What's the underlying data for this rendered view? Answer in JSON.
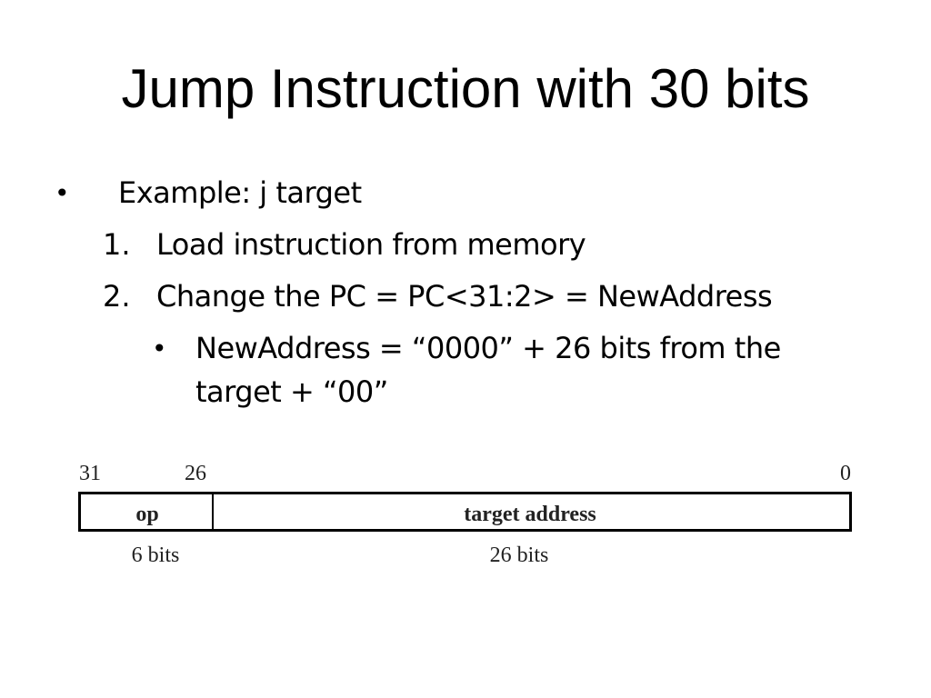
{
  "title": "Jump Instruction with 30 bits",
  "bullets": {
    "example": {
      "marker": "•",
      "text": "Example: j target"
    },
    "steps": [
      {
        "number": "1.",
        "text": "Load instruction from memory"
      },
      {
        "number": "2.",
        "text": "Change the PC = PC<31:2> = NewAddress"
      }
    ],
    "sub": {
      "marker": "•",
      "line1": "NewAddress = “0000” + 26 bits from the",
      "line2": "target + “00”"
    }
  },
  "diagram": {
    "bit_labels": {
      "left": "31",
      "mid": "26",
      "right": "0"
    },
    "fields": [
      {
        "label": "op",
        "size": "6 bits"
      },
      {
        "label": "target address",
        "size": "26 bits"
      }
    ]
  }
}
